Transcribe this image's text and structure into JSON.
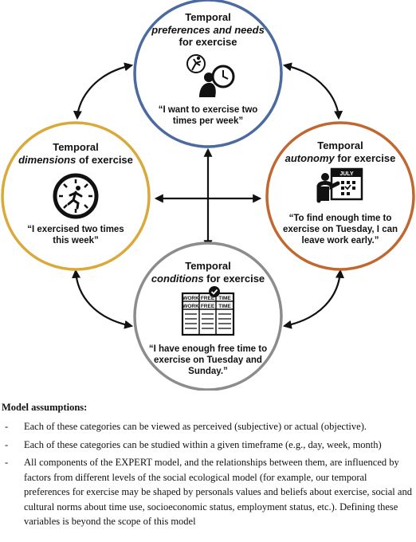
{
  "diagram": {
    "nodes": [
      {
        "id": "preferences",
        "title_line1": "Temporal",
        "title_line2_italic": "preferences and needs",
        "title_line3": "for exercise",
        "quote": "“I want to exercise two times per week”",
        "color": "#4a6aa0",
        "icon": "person-thinking-about-exercise-and-clock-icon"
      },
      {
        "id": "dimensions",
        "title_line1": "Temporal",
        "title_line2_italic": "dimensions",
        "title_line2_rest": " of exercise",
        "quote": "“I exercised two times this week”",
        "color": "#d9a93a",
        "icon": "running-person-clock-icon"
      },
      {
        "id": "autonomy",
        "title_line1": "Temporal",
        "title_line2_italic": "autonomy",
        "title_line2_rest": " for exercise",
        "quote": "“To find enough time to exercise on Tuesday, I can leave work early.”",
        "color": "#c0682f",
        "icon": "person-at-calendar-icon",
        "calendar_month": "JULY"
      },
      {
        "id": "conditions",
        "title_line1": "Temporal",
        "title_line2_italic": "conditions",
        "title_line2_rest": " for exercise",
        "quote": "“I have enough free time to exercise on Tuesday and Sunday.”",
        "color": "#8c8c8c",
        "icon": "schedule-table-icon",
        "table_headers": [
          "WORK",
          "FREE",
          "TIME"
        ],
        "table_row2": [
          "WORK",
          "FREE",
          "TIME"
        ]
      }
    ]
  },
  "assumptions": {
    "heading": "Model assumptions:",
    "items": [
      "Each of these categories can be viewed as perceived (subjective) or actual (objective).",
      "Each of these categories can be studied within a given timeframe (e.g., day, week, month)",
      "All components of the EXPERT model, and the relationships between them, are influenced by factors from different levels of the social ecological model (for example, our temporal preferences for exercise may be shaped by personals values and beliefs about exercise, social and cultural norms about time use, socioeconomic status, employment status, etc.). Defining these variables is beyond the scope of this model"
    ]
  }
}
